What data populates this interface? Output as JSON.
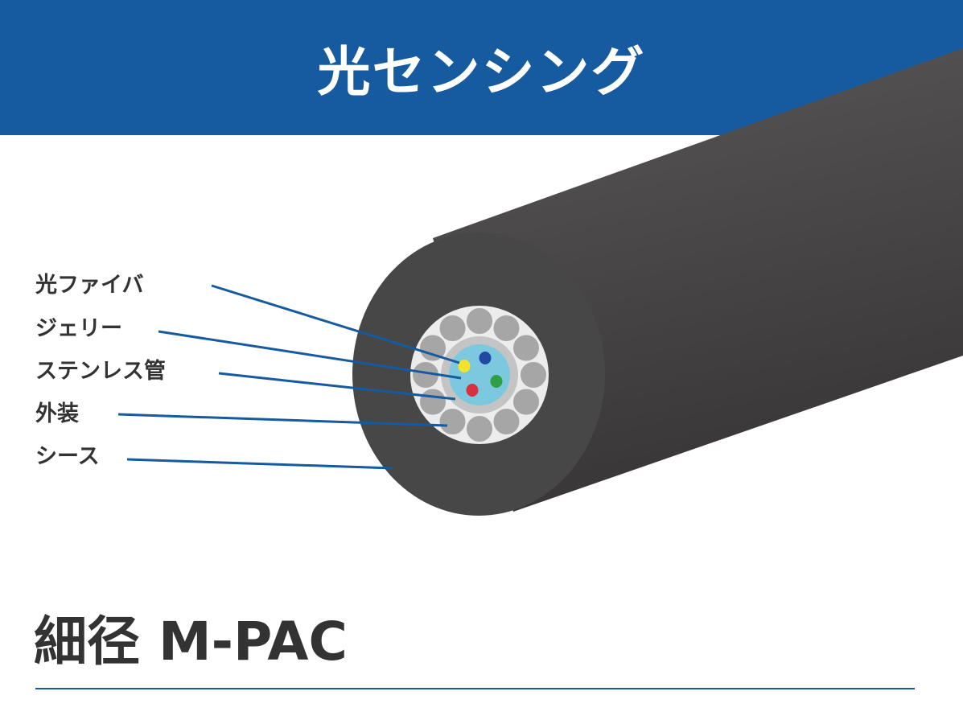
{
  "header": {
    "title": "光センシング"
  },
  "labels": [
    {
      "id": "optical-fiber",
      "text": "光ファイバ"
    },
    {
      "id": "jelly",
      "text": "ジェリー"
    },
    {
      "id": "stainless-tube",
      "text": "ステンレス管"
    },
    {
      "id": "armor",
      "text": "外装"
    },
    {
      "id": "sheath",
      "text": "シース"
    }
  ],
  "product": {
    "title": "細径 M-PAC"
  },
  "colors": {
    "banner": "#165aa0",
    "leader_line": "#165aa0",
    "sheath": "#474747",
    "armor_wire": "#a6a6a6",
    "stainless_tube": "#c4c4c4",
    "jelly": "#7cc8de",
    "fiber_yellow": "#f6e22a",
    "fiber_blue": "#2148a4",
    "fiber_green": "#2ea043",
    "fiber_red": "#d7303f"
  }
}
